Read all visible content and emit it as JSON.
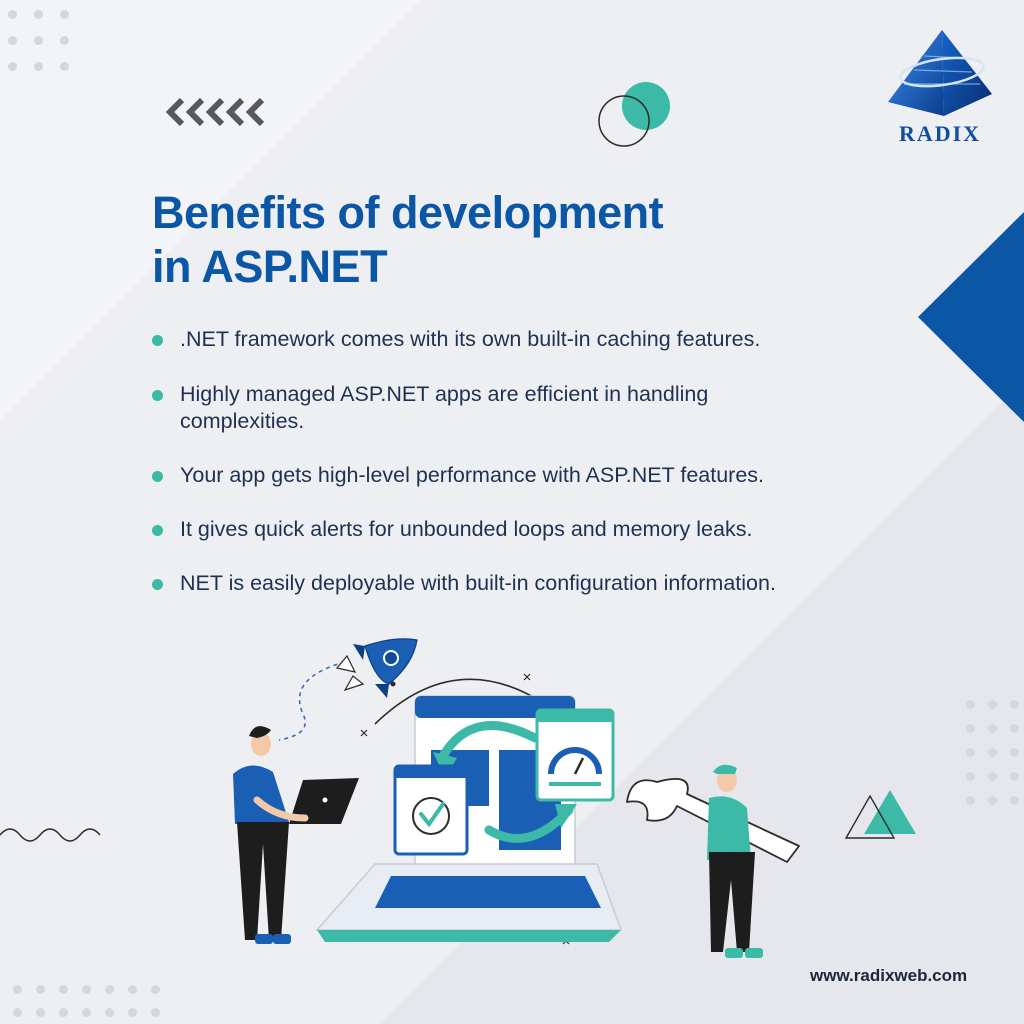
{
  "brand": {
    "name": "RADIX",
    "website": "www.radixweb.com"
  },
  "heading": {
    "line1": "Benefits of development",
    "line2": "in ASP.NET"
  },
  "benefits": [
    ".NET framework comes with its own built-in caching features.",
    "Highly managed ASP.NET apps are efficient in handling complexities.",
    "Your app gets high-level performance with ASP.NET features.",
    "It gives quick alerts for unbounded loops and memory leaks.",
    "NET is easily deployable with built-in configuration information."
  ],
  "colors": {
    "heading": "#0b57a6",
    "accent_teal": "#3cb9a7",
    "accent_blue": "#0b57a6",
    "text": "#1e3150",
    "background": "#eeeff3"
  },
  "icons": {
    "chevrons": "double-left-chevrons-icon",
    "circles": "overlapping-circles-icon",
    "triangles": "overlapping-triangles-icon",
    "rocket": "rocket-icon",
    "wrench": "wrench-icon",
    "speedometer": "speedometer-icon",
    "checkmark": "check-circle-icon",
    "refresh": "refresh-arrows-icon"
  }
}
